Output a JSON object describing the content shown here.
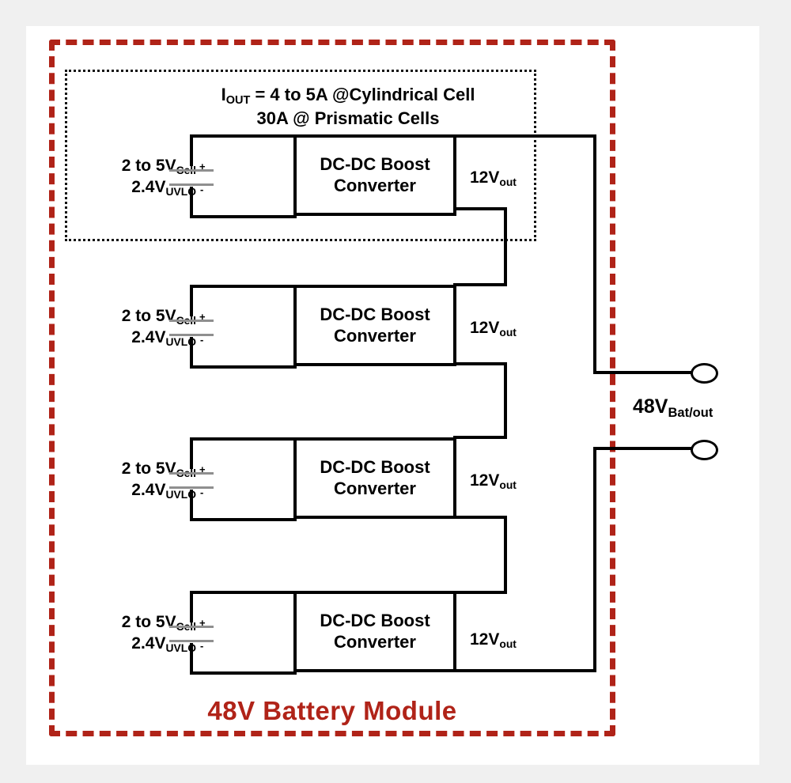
{
  "figure": {
    "module_title": "48V Battery Module",
    "module_border_color": "#b02318",
    "canvas_background": "#ffffff",
    "page_background": "#f0f0f0"
  },
  "annotation": {
    "iout_line1_prefix": "I",
    "iout_line1_sub": "OUT",
    "iout_line1_rest": " = 4 to 5A @Cylindrical Cell",
    "iout_line2": "30A @ Prismatic Cells"
  },
  "stages": [
    {
      "cell_label_line1": "2 to 5V",
      "cell_label_sub1": "Cell",
      "cell_label_line2": "2.4V",
      "cell_label_sub2": "UVLO",
      "cell_plus": "+",
      "cell_minus": "-",
      "converter_line1": "DC-DC Boost",
      "converter_line2": "Converter",
      "vout": "12V",
      "vout_sub": "out"
    },
    {
      "cell_label_line1": "2 to 5V",
      "cell_label_sub1": "Cell",
      "cell_label_line2": "2.4V",
      "cell_label_sub2": "UVLO",
      "cell_plus": "+",
      "cell_minus": "-",
      "converter_line1": "DC-DC Boost",
      "converter_line2": "Converter",
      "vout": "12V",
      "vout_sub": "out"
    },
    {
      "cell_label_line1": "2 to 5V",
      "cell_label_sub1": "Cell",
      "cell_label_line2": "2.4V",
      "cell_label_sub2": "UVLO",
      "cell_plus": "+",
      "cell_minus": "-",
      "converter_line1": "DC-DC Boost",
      "converter_line2": "Converter",
      "vout": "12V",
      "vout_sub": "out"
    },
    {
      "cell_label_line1": "2 to 5V",
      "cell_label_sub1": "Cell",
      "cell_label_line2": "2.4V",
      "cell_label_sub2": "UVLO",
      "cell_plus": "+",
      "cell_minus": "-",
      "converter_line1": "DC-DC Boost",
      "converter_line2": "Converter",
      "vout": "12V",
      "vout_sub": "out"
    }
  ],
  "output": {
    "label_main": "48V",
    "label_sub": "Bat/out"
  }
}
